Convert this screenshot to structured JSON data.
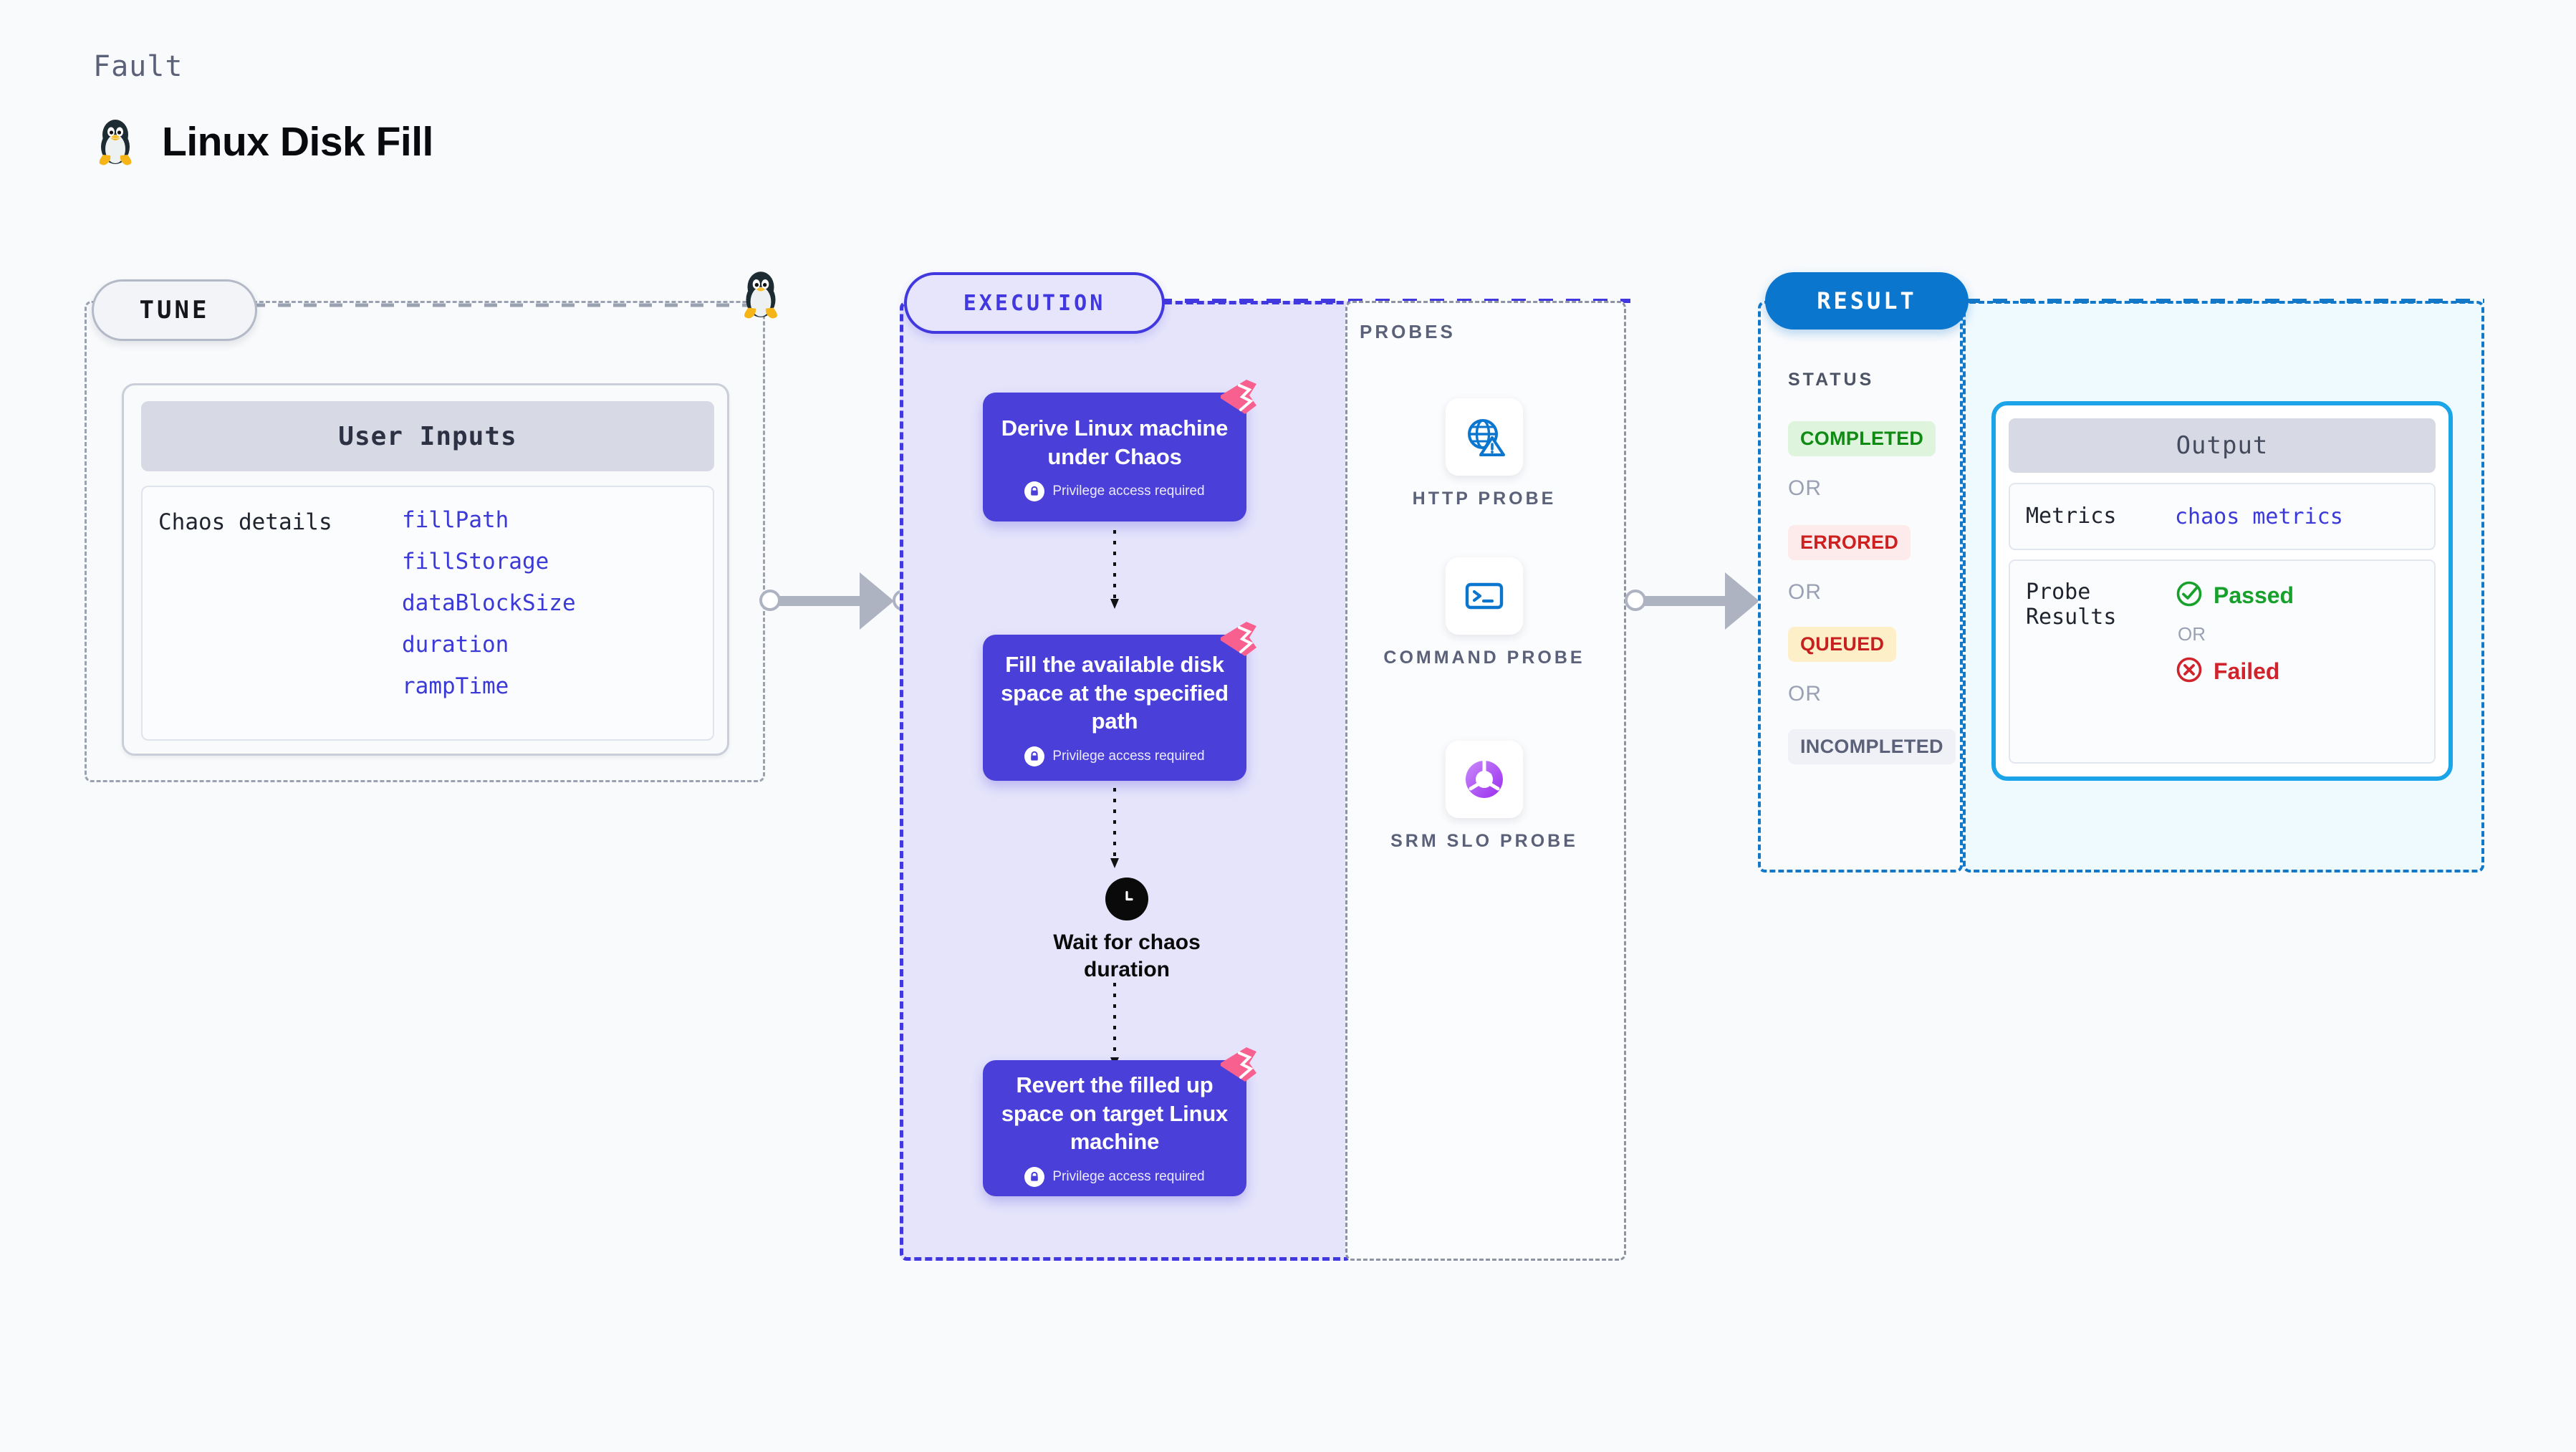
{
  "header": {
    "kicker": "Fault",
    "title": "Linux Disk Fill",
    "icon": "linux-penguin-icon"
  },
  "tune": {
    "badge": "TUNE",
    "card_title": "User Inputs",
    "row_key": "Chaos details",
    "values": [
      "fillPath",
      "fillStorage",
      "dataBlockSize",
      "duration",
      "rampTime"
    ],
    "icon": "linux-penguin-icon"
  },
  "execution": {
    "badge": "EXECUTION",
    "privilege_note": "Privilege access required",
    "nodes": [
      {
        "label": "Derive Linux machine under Chaos",
        "privilege": true,
        "flag": "chaos-flag-icon"
      },
      {
        "label": "Fill the available disk space at the specified path",
        "privilege": true,
        "flag": "chaos-flag-icon"
      },
      {
        "label": "Revert the filled up space on target Linux machine",
        "privilege": true,
        "flag": "chaos-flag-icon"
      }
    ],
    "wait": {
      "label": "Wait for chaos duration",
      "icon": "clock-icon"
    }
  },
  "probes": {
    "label": "PROBES",
    "items": [
      {
        "label": "HTTP PROBE",
        "icon": "globe-warning-icon"
      },
      {
        "label": "COMMAND PROBE",
        "icon": "terminal-icon"
      },
      {
        "label": "SRM SLO PROBE",
        "icon": "slo-donut-check-icon"
      }
    ]
  },
  "result": {
    "badge": "RESULT",
    "status_label": "STATUS",
    "or_label": "OR",
    "statuses": [
      {
        "text": "COMPLETED",
        "bg": "#dff4dd",
        "fg": "#0f8a12"
      },
      {
        "text": "ERRORED",
        "bg": "#fdeaea",
        "fg": "#cf2020"
      },
      {
        "text": "QUEUED",
        "bg": "#fdefc8",
        "fg": "#c62020"
      },
      {
        "text": "INCOMPLETED",
        "bg": "#f0f1f7",
        "fg": "#5b6178"
      }
    ],
    "output": {
      "title": "Output",
      "metrics_key": "Metrics",
      "metrics_value": "chaos metrics",
      "probe_key": "Probe Results",
      "passed": "Passed",
      "or_label": "OR",
      "failed": "Failed"
    }
  },
  "colors": {
    "execution_accent": "#4138df",
    "result_accent": "#1478c8",
    "node_fill": "#4a3fd9",
    "chaos_pink": "#f8608f",
    "connector": "#aeb3c2"
  }
}
